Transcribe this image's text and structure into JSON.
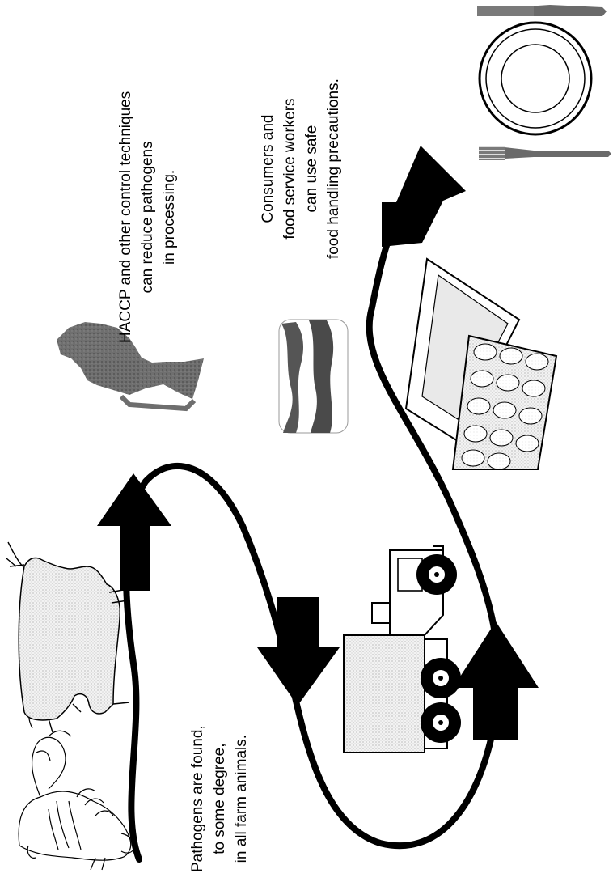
{
  "labels": {
    "farm": [
      "Pathogens are found,",
      "to some degree,",
      "in all farm animals."
    ],
    "haccp": [
      "HACCP and other control techniques",
      "can reduce pathogens",
      "in processing."
    ],
    "consumer": [
      "Consumers and",
      "food service workers",
      "can use safe",
      "food handling precautions."
    ]
  },
  "colors": {
    "ink": "#000000",
    "meat": "#6e6e6e",
    "paper": "#ffffff"
  },
  "icons": [
    "rooster-icon",
    "cow-icon",
    "meat-cut-icon",
    "bacon-icon",
    "truck-icon",
    "egg-carton-icon",
    "plate-icon",
    "knife-icon",
    "fork-icon",
    "flow-arrow-icon"
  ]
}
